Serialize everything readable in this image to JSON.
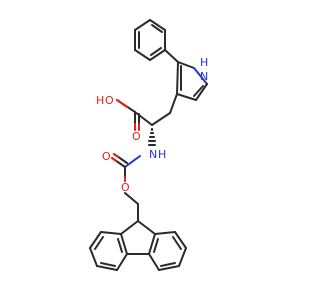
{
  "molecule": {
    "atoms": {
      "nh_ring": "H",
      "nh_ring_n": "N",
      "oh_o": "O",
      "oh_h": "H",
      "carbonyl_acid_o": "O",
      "amide_n": "N",
      "amide_h": "H",
      "carbamate_o_double": "O",
      "carbamate_o_single": "O"
    },
    "colors": {
      "carbon_bond": "#2b2b2b",
      "oxygen": "#e8211f",
      "nitrogen": "#2233dd"
    }
  }
}
